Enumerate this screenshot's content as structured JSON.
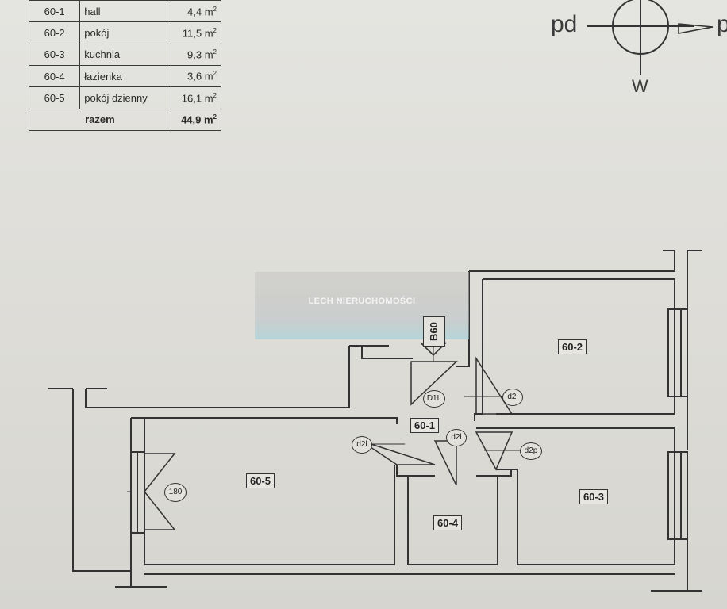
{
  "area_table": {
    "rows": [
      {
        "code": "60-1",
        "name": "hall",
        "area": "4,4 m",
        "unit_exp": "2"
      },
      {
        "code": "60-2",
        "name": "pokój",
        "area": "11,5 m",
        "unit_exp": "2"
      },
      {
        "code": "60-3",
        "name": "kuchnia",
        "area": "9,3 m",
        "unit_exp": "2"
      },
      {
        "code": "60-4",
        "name": "łazienka",
        "area": "3,6 m",
        "unit_exp": "2"
      },
      {
        "code": "60-5",
        "name": "pokój dzienny",
        "area": "16,1 m",
        "unit_exp": "2"
      }
    ],
    "total": {
      "label": "razem",
      "area": "44,9 m",
      "unit_exp": "2"
    }
  },
  "compass": {
    "left": "pd",
    "right": "p",
    "bottom": "W"
  },
  "watermark": {
    "text": "LECH NIERUCHOMOŚCI"
  },
  "plan": {
    "stair_code": "B60",
    "rooms": {
      "r1": "60-1",
      "r2": "60-2",
      "r3": "60-3",
      "r4": "60-4",
      "r5": "60-5"
    },
    "doors": {
      "d1l": "D1L",
      "d2l_a": "d2l",
      "d2l_b": "d2l",
      "d2l_c": "d2l",
      "d2p": "d2p",
      "balcony": "180"
    }
  },
  "colors": {
    "ink": "#333333",
    "paper": "#e0e0dc",
    "watermark_band": "#9fd0d8"
  }
}
